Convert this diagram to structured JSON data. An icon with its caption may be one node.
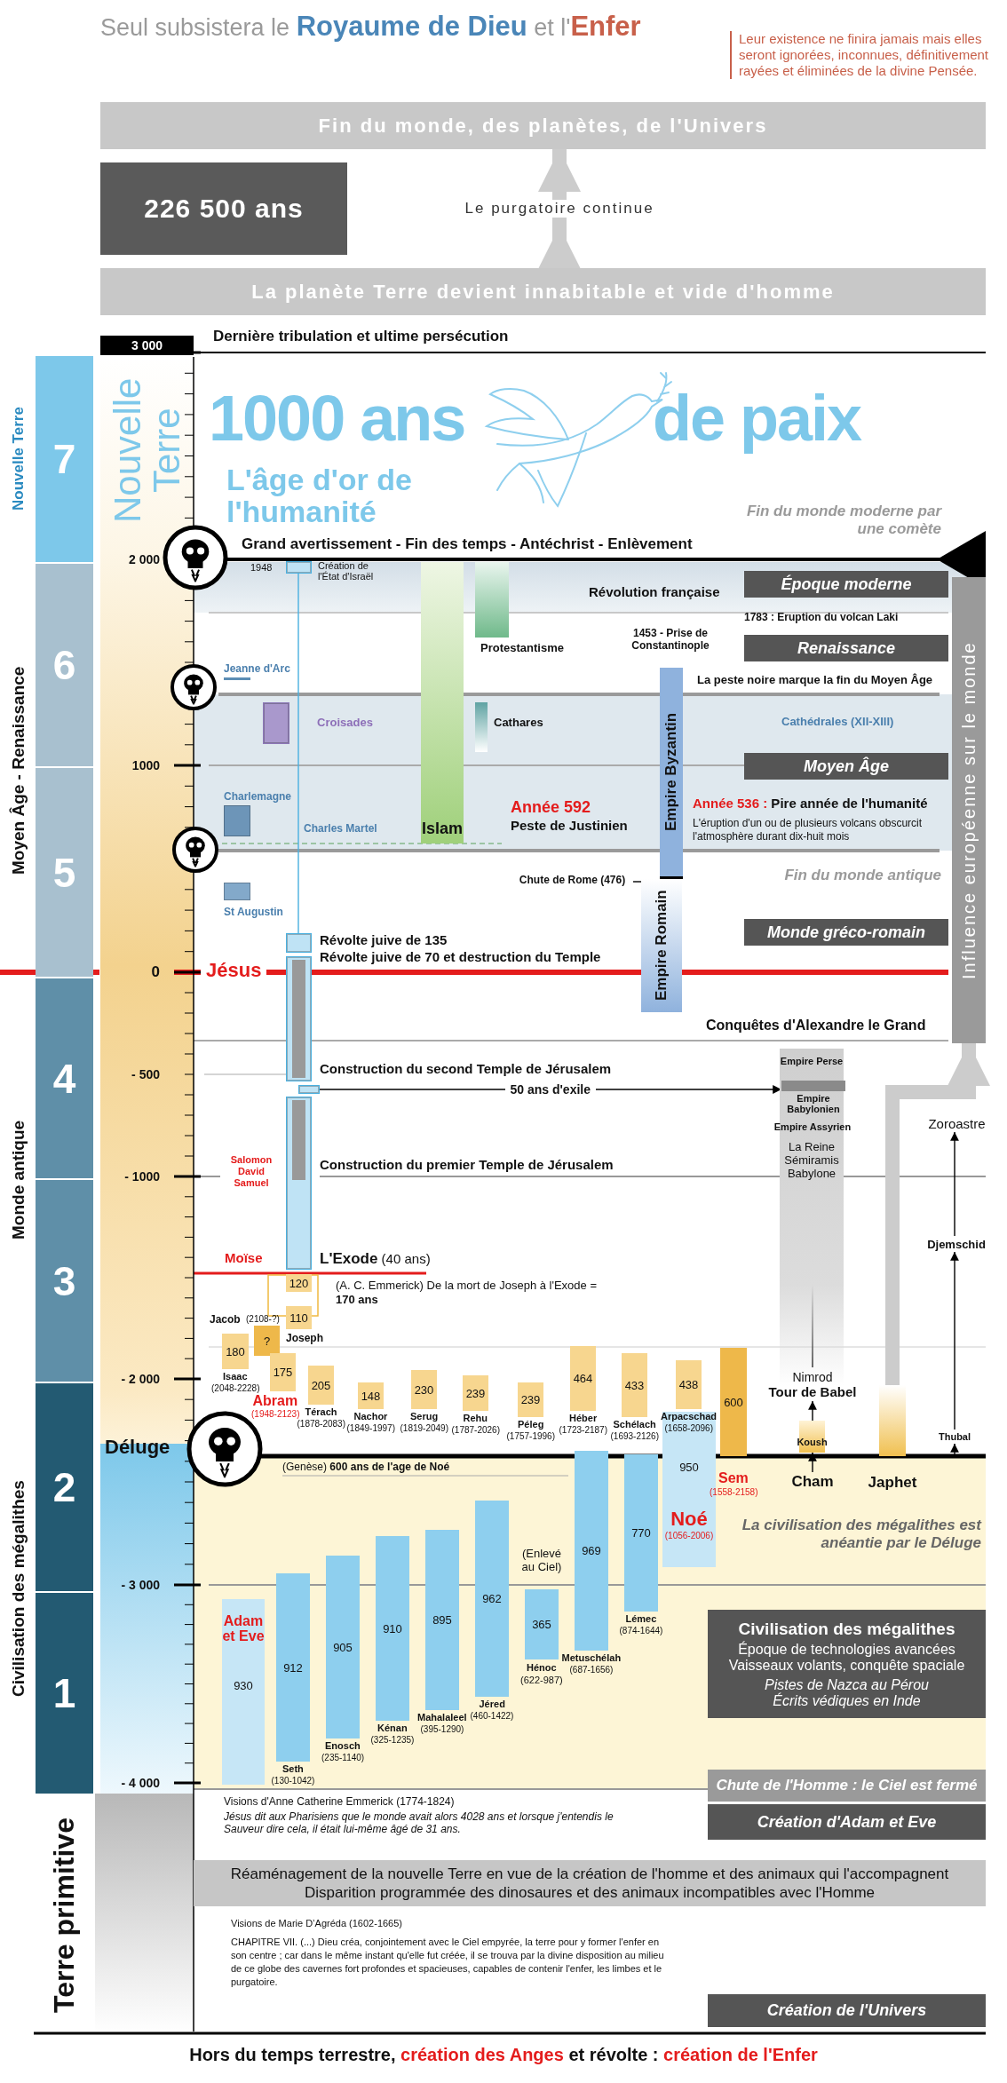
{
  "diagram": {
    "title": "Seul subsistera le **Royaume de Dieu** et l'**Enfer**",
    "caption": "Hors du temps terrestre, **création des Anges** et révolte : **création de l'Enfer**",
    "nodes": [
      {
        "text": [
          "Fin du monde, des planètes, de l'Univers"
        ]
      },
      {
        "text": [
          "226 500 ans"
        ]
      },
      {
        "text": [
          "La planète Terre devient innabitable et vide d'homme"
        ]
      },
      {
        "text": [
          "3 000"
        ]
      },
      {
        "text": [
          "7"
        ],
        "beside": [
          "Nouvelle Terre"
        ]
      },
      {
        "text": [
          "6"
        ]
      },
      {
        "text": [
          "5"
        ]
      },
      {
        "text": [
          "4"
        ]
      },
      {
        "text": [
          "3"
        ]
      },
      {
        "text": [
          "2"
        ]
      },
      {
        "text": [
          "1"
        ]
      },
      {
        "text": [
          "Époque moderne"
        ]
      },
      {
        "text": [
          "Renaissance"
        ]
      },
      {
        "text": [
          "Moyen Âge"
        ]
      },
      {
        "text": [
          "Monde gréco-romain"
        ]
      },
      {
        "text": [
          "Influence européenne sur le monde"
        ]
      },
      {
        "text": [],
        "shape": "box",
        "beside": [
          "1948",
          "Création de l'État d'Israël"
        ]
      },
      {
        "text": [
          "Islam"
        ]
      },
      {
        "text": [],
        "shape": "bar",
        "beside": [
          "Protestantisme"
        ]
      },
      {
        "text": [],
        "shape": "bar",
        "beside": [
          "Cathares"
        ]
      },
      {
        "text": [],
        "shape": "box",
        "beside": [
          "Croisades"
        ]
      },
      {
        "text": [],
        "shape": "bar",
        "beside": [
          "Jeanne d'Arc"
        ]
      },
      {
        "text": [],
        "shape": "box",
        "beside": [
          "Charlemagne",
          "Charles Martel"
        ]
      },
      {
        "text": [],
        "shape": "box",
        "beside": [
          "St Augustin"
        ]
      },
      {
        "text": [
          "Empire Byzantin"
        ]
      },
      {
        "text": [
          "Empire Romain"
        ]
      },
      {
        "text": [],
        "shape": "box",
        "beside": [
          "Révolte juive de 135"
        ]
      },
      {
        "text": [],
        "shape": "box",
        "beside": [
          "Révolte juive de 70 et destruction du Temple"
        ]
      },
      {
        "text": [],
        "shape": "box"
      },
      {
        "text": [],
        "shape": "box",
        "beside": [
          "Construction du premier Temple de Jérusalem"
        ]
      },
      {
        "text": [
          "Empire Perse"
        ]
      },
      {
        "text": [
          "Empire Babylonien"
        ],
        "in": 30
      },
      {
        "text": [
          "La Reine Sémiramis Babylone"
        ],
        "in": 30
      },
      {
        "text": [
          "Nimrod",
          "Tour de Babel"
        ]
      },
      {
        "text": [
          "Koush"
        ]
      },
      {
        "text": [
          "Cham"
        ]
      },
      {
        "text": [
          "Japhet"
        ]
      },
      {
        "text": [
          "Thubal"
        ]
      },
      {
        "text": [
          "Djemschid"
        ]
      },
      {
        "text": [
          "Zoroastre"
        ]
      },
      {
        "text": [
          "180"
        ],
        "beside": [
          "Isaac",
          "(2048-2228)"
        ]
      },
      {
        "text": [
          "?"
        ],
        "beside": [
          "Jacob",
          "(2108-?)"
        ]
      },
      {
        "text": [
          "175"
        ],
        "beside": [
          "Abram",
          "(1948-2123)"
        ]
      },
      {
        "text": [
          "120"
        ]
      },
      {
        "text": [
          "110"
        ],
        "beside": [
          "Joseph"
        ]
      },
      {
        "text": [
          "205"
        ],
        "beside": [
          "Térach",
          "(1878-2083)"
        ]
      },
      {
        "text": [
          "148"
        ],
        "beside": [
          "Nachor",
          "(1849-1997)"
        ]
      },
      {
        "text": [
          "230"
        ],
        "beside": [
          "Serug",
          "(1819-2049)"
        ]
      },
      {
        "text": [
          "239"
        ],
        "beside": [
          "Rehu",
          "(1787-2026)"
        ]
      },
      {
        "text": [
          "239"
        ],
        "beside": [
          "Péleg",
          "(1757-1996)"
        ]
      },
      {
        "text": [
          "464"
        ],
        "beside": [
          "Héber",
          "(1723-2187)"
        ]
      },
      {
        "text": [
          "433"
        ],
        "beside": [
          "Schélach",
          "(1693-2126)"
        ]
      },
      {
        "text": [
          "438"
        ],
        "beside": [
          "Arpacschad",
          "(1658-2096)"
        ]
      },
      {
        "text": [
          "600"
        ],
        "beside": [
          "Sem",
          "(1558-2158)"
        ]
      },
      {
        "text": [
          "950",
          "Noé",
          "(1056-2006)"
        ]
      },
      {
        "text": [
          "Adam et Eve",
          "930"
        ]
      },
      {
        "text": [
          "912"
        ],
        "beside": [
          "Seth",
          "(130-1042)"
        ]
      },
      {
        "text": [
          "905"
        ],
        "beside": [
          "Enosch",
          "(235-1140)"
        ]
      },
      {
        "text": [
          "910"
        ],
        "beside": [
          "Kénan",
          "(325-1235)"
        ]
      },
      {
        "text": [
          "895"
        ],
        "beside": [
          "Mahalaleel",
          "(395-1290)"
        ]
      },
      {
        "text": [
          "962"
        ],
        "beside": [
          "Jéred",
          "(460-1422)"
        ]
      },
      {
        "text": [
          "365"
        ],
        "beside": [
          "(Enlevé au Ciel)",
          "Hénoc",
          "(622-987)"
        ]
      },
      {
        "text": [
          "969"
        ],
        "beside": [
          "Metuschélah",
          "(687-1656)"
        ]
      },
      {
        "text": [
          "770"
        ],
        "beside": [
          "Lémec",
          "(874-1644)"
        ]
      },
      {
        "text": [
          "Civilisation des mégalithes",
          "Époque de technologies avancées",
          "Vaisseaux volants, conquête spaciale",
          "Pistes de Nazca au Pérou",
          "Écrits védiques en Inde"
        ]
      },
      {
        "text": [
          "Chute de l'Homme : le Ciel est fermé"
        ]
      },
      {
        "text": [
          "Création d'Adam et Eve"
        ]
      },
      {
        "text": [
          "Réaménagement de la nouvelle Terre en vue de la création de l'homme et des animaux qui l'accompagnent",
          "Disparition programmée des dinosaures et des animaux incompatibles avec l'Homme"
        ]
      },
      {
        "text": [
          "Création de l'Univers"
        ]
      },
      {
        "text": [
          "Chute de Rome (476)"
        ]
      }
    ],
    "edges": [
      {
        "from": 2,
        "to": 0,
        "arrow": "to",
        "label": "Le purgatoire continue",
        "style": "thick",
        "color": "#cccccc"
      },
      {
        "from": 28,
        "to": 31,
        "arrow": "to",
        "label": "50 ans d'exile"
      },
      {
        "from": 33,
        "to": 32,
        "arrow": "to"
      },
      {
        "from": 34,
        "to": 33,
        "arrow": "to"
      },
      {
        "from": 35,
        "to": 34,
        "arrow": "to"
      },
      {
        "from": 36,
        "to": 15,
        "arrow": "to",
        "style": "thick",
        "color": "#cccccc"
      },
      {
        "from": 37,
        "to": 38,
        "arrow": "to"
      },
      {
        "from": 38,
        "to": 39,
        "arrow": "to"
      },
      {
        "from": 36,
        "to": 37,
        "arrow": "to"
      },
      {
        "from": 69,
        "to": 25,
        "arrow": "none"
      },
      {
        "from": 16,
        "to": 26,
        "arrow": "none",
        "color": "#49b0e0"
      }
    ],
    "labels": [
      "Leur existence ne finira jamais mais elles seront ignorées, inconnues, définitivement rayées et éliminées de la divine Pensée.",
      "Dernière tribulation et ultime persécution",
      "Nouvelle Terre",
      "1000 ans",
      "de paix",
      "L'âge d'or de l'humanité",
      "Fin du monde moderne par une comète",
      "Grand avertissement - Fin des temps - Antéchrist - Enlèvement",
      "2 000",
      "Révolution française",
      "1783 : Eruption du volcan Laki",
      "1453 - Prise de Constantinople",
      "La peste noire marque la fin du Moyen Âge",
      "Moyen Âge - Renaissance",
      "Cathédrales (XII-XIII)",
      "1000",
      "Année 592",
      "Peste de Justinien",
      "**Année 536 :** Pire année de l'humanité",
      "L'éruption d'un ou de plusieurs volcans obscurcit l'atmosphère durant dix-huit mois",
      "Fin du monde antique",
      "Monde antique",
      "0",
      "Jésus",
      "Conquêtes d'Alexandre le Grand",
      "- 500",
      "Construction du second Temple de Jérusalem",
      "Empire Assyrien",
      "Salomon David Samuel",
      "- 1000",
      "Moïse",
      "**L'Exode** (40 ans)",
      "(A. C. Emmerick) De la mort de Joseph à l'Exode = **170 ans**",
      "- 2 000",
      "Civilisation des mégalithes",
      "Déluge",
      "(Genèse) **600 ans de l'age de Noé**",
      "La civilisation des mégalithes est anéantie par le Déluge",
      "- 3 000",
      "- 4 000",
      "Terre primitive",
      "Visions d'Anne Catherine Emmerick (1774-1824)",
      "Jésus dit aux Pharisiens que le monde avait alors 4028 ans et lorsque j'entendis le Sauveur dire cela, il était lui-même âgé de 31 ans.",
      "Visions de Marie D’Agréda (1602-1665)",
      "CHAPITRE VII. (...) Dieu créa, conjointement avec le Ciel empyrée, la terre pour y former l'enfer en son centre ; car dans le même instant qu'elle fut créée, il se trouva par la divine disposition au milieu de ce globe des cavernes fort profondes et spacieuses, capables de contenir l'enfer, les limbes et le purgatoire."
    ]
  }
}
